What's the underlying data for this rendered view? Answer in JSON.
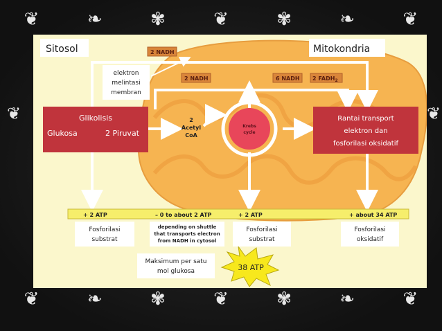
{
  "labels": {
    "sitosol": "Sitosol",
    "mitokondria": "Mitokondria",
    "nadh_top": "2 NADH",
    "nadh_mid": "2 NADH",
    "nadh_6": "6 NADH",
    "fadh": "2 FADH",
    "fadh_sub": "2",
    "elektron_line1": "elektron",
    "elektron_line2": "melintasi",
    "elektron_line3": "membran",
    "glikolisis": "Glikolisis",
    "glukosa": "Glukosa",
    "piruvat": "2 Piruvat",
    "acetyl_line1": "2",
    "acetyl_line2": "Acetyl",
    "acetyl_line3": "CoA",
    "krebs_line1": "Krebs",
    "krebs_line2": "cycle",
    "rantai_line1": "Rantai transport",
    "rantai_line2": "elektron dan",
    "rantai_line3": "fosforilasi oksidatif",
    "atp_1": "+ 2 ATP",
    "atp_2": "– 0 to about 2 ATP",
    "atp_3": "+ 2 ATP",
    "atp_4": "+ about 34 ATP",
    "fos1_line1": "Fosforilasi",
    "fos1_line2": "substrat",
    "shuttle_line1": "depending on shuttle",
    "shuttle_line2": "that transports electron",
    "shuttle_line3": "from NADH in cytosol",
    "fos2_line1": "Fosforilasi",
    "fos2_line2": "substrat",
    "fos3_line1": "Fosforilasi",
    "fos3_line2": "oksidatif",
    "max_line1": "Maksimum per satu",
    "max_line2": "mol glukosa",
    "total_atp": "38 ATP"
  },
  "colors": {
    "slide_bg": "#fbf7cc",
    "mito": "#f6b451",
    "mito_inner": "#f3a540",
    "red_box": "#c0343c",
    "krebs": "#e8465a",
    "nadh_bg": "#e68e3a",
    "atp_bar": "#f6ee6b",
    "star": "#f7e81d",
    "arrow": "#ffffff"
  }
}
